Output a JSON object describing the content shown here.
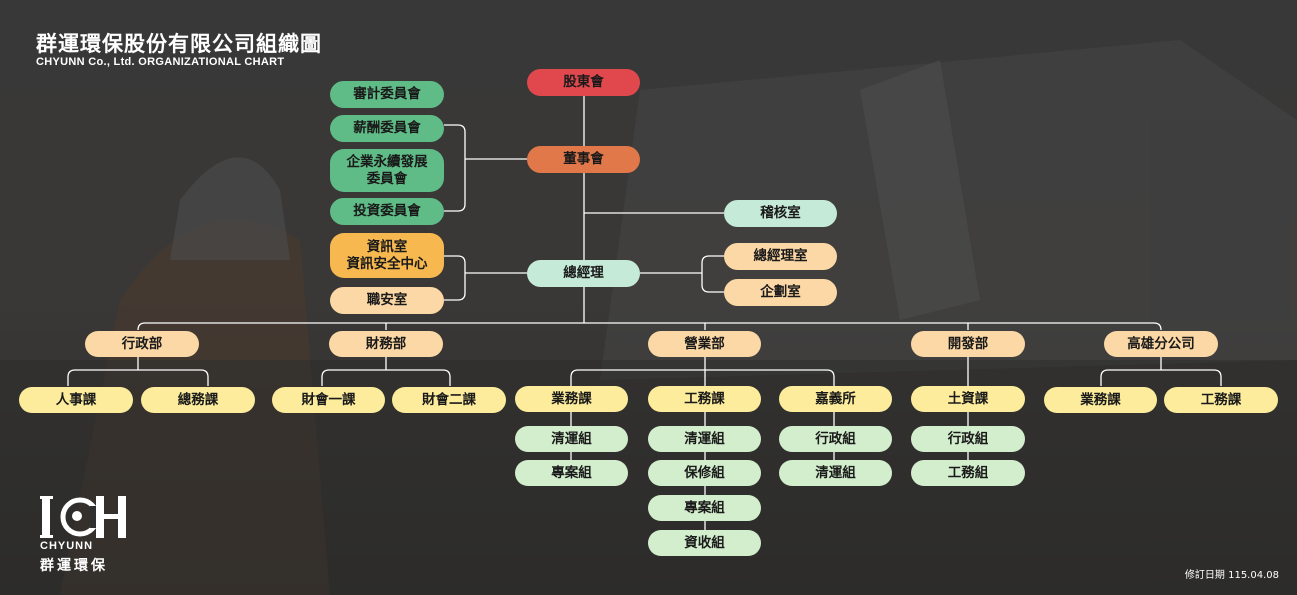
{
  "header": {
    "title": "群運環保股份有限公司組織圖",
    "subtitle": "CHYUNN Co., Ltd.  ORGANIZATIONAL CHART"
  },
  "colors": {
    "shareholders": "#e0484e",
    "board": "#e0784a",
    "committee": "#5fbc86",
    "executive": "#c6ead8",
    "office": "#fbd8a6",
    "info_office": "#f7b84f",
    "unit": "#fcec9c",
    "team": "#d3eecd"
  },
  "nodes": {
    "shareholders": "股東會",
    "board": "董事會",
    "audit_committee": "審計委員會",
    "remuneration_committee": "薪酬委員會",
    "sustainability_committee": "企業永續發展\n委員會",
    "investment_committee": "投資委員會",
    "audit_office": "稽核室",
    "gm": "總經理",
    "info_office": "資訊室\n資訊安全中心",
    "safety_office": "職安室",
    "gm_office": "總經理室",
    "planning_office": "企劃室",
    "admin_dept": "行政部",
    "finance_dept": "財務部",
    "sales_dept": "營業部",
    "dev_dept": "開發部",
    "kaohsiung_branch": "高雄分公司",
    "hr_section": "人事課",
    "general_affairs_section": "總務課",
    "accounting_1": "財會一課",
    "accounting_2": "財會二課",
    "sales_business_section": "業務課",
    "sales_engineering_section": "工務課",
    "chiayi_office": "嘉義所",
    "dev_land_section": "土資課",
    "kh_business_section": "業務課",
    "kh_engineering_section": "工務課",
    "biz_cleaning_team": "清運組",
    "biz_project_team": "專案組",
    "eng_cleaning_team": "清運組",
    "eng_maintenance_team": "保修組",
    "eng_project_team": "專案組",
    "eng_recycling_team": "資收組",
    "chiayi_admin_team": "行政組",
    "chiayi_cleaning_team": "清運組",
    "land_admin_team": "行政組",
    "land_engineering_team": "工務組"
  },
  "logo": {
    "mark": "ICH",
    "en": "CHYUNN",
    "zh": "群運環保"
  },
  "footer": {
    "revision": "修訂日期 115.04.08"
  }
}
